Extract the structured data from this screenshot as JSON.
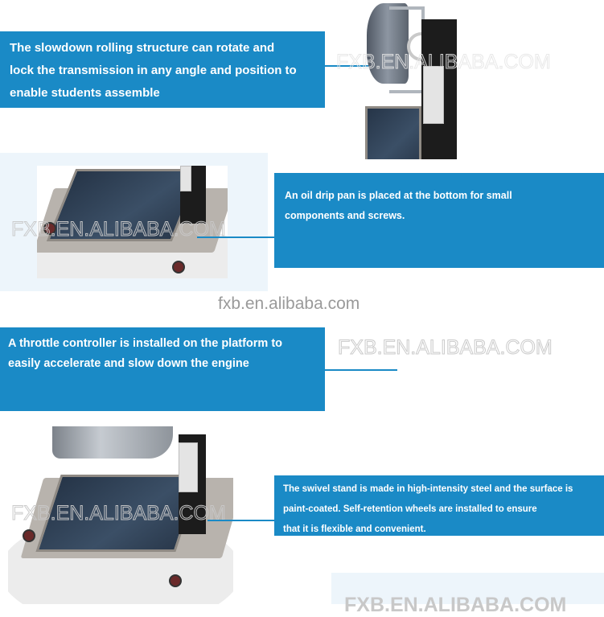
{
  "callouts": [
    {
      "id": "rolling-structure",
      "lines": [
        "The slowdown rolling structure can rotate and",
        "lock the transmission in any angle and position to",
        "enable students assemble"
      ]
    },
    {
      "id": "oil-drip-pan",
      "lines": [
        "An oil drip pan is placed at the bottom for small",
        "components and screws."
      ]
    },
    {
      "id": "throttle-controller",
      "lines": [
        "A throttle controller is installed on the platform to",
        "easily accelerate and slow down the engine"
      ]
    },
    {
      "id": "swivel-stand",
      "lines": [
        "The swivel stand is made in high-intensity steel and the surface is",
        "paint-coated. Self-retention wheels are installed to ensure",
        "that it is flexible and convenient."
      ]
    }
  ],
  "watermarks": {
    "upper": "FXB.EN.ALIBABA.COM",
    "site_text": "fxb.en.alibaba.com"
  },
  "colors": {
    "callout_bg": "#1a8ac6",
    "panel_bg": "#edf5fb"
  }
}
